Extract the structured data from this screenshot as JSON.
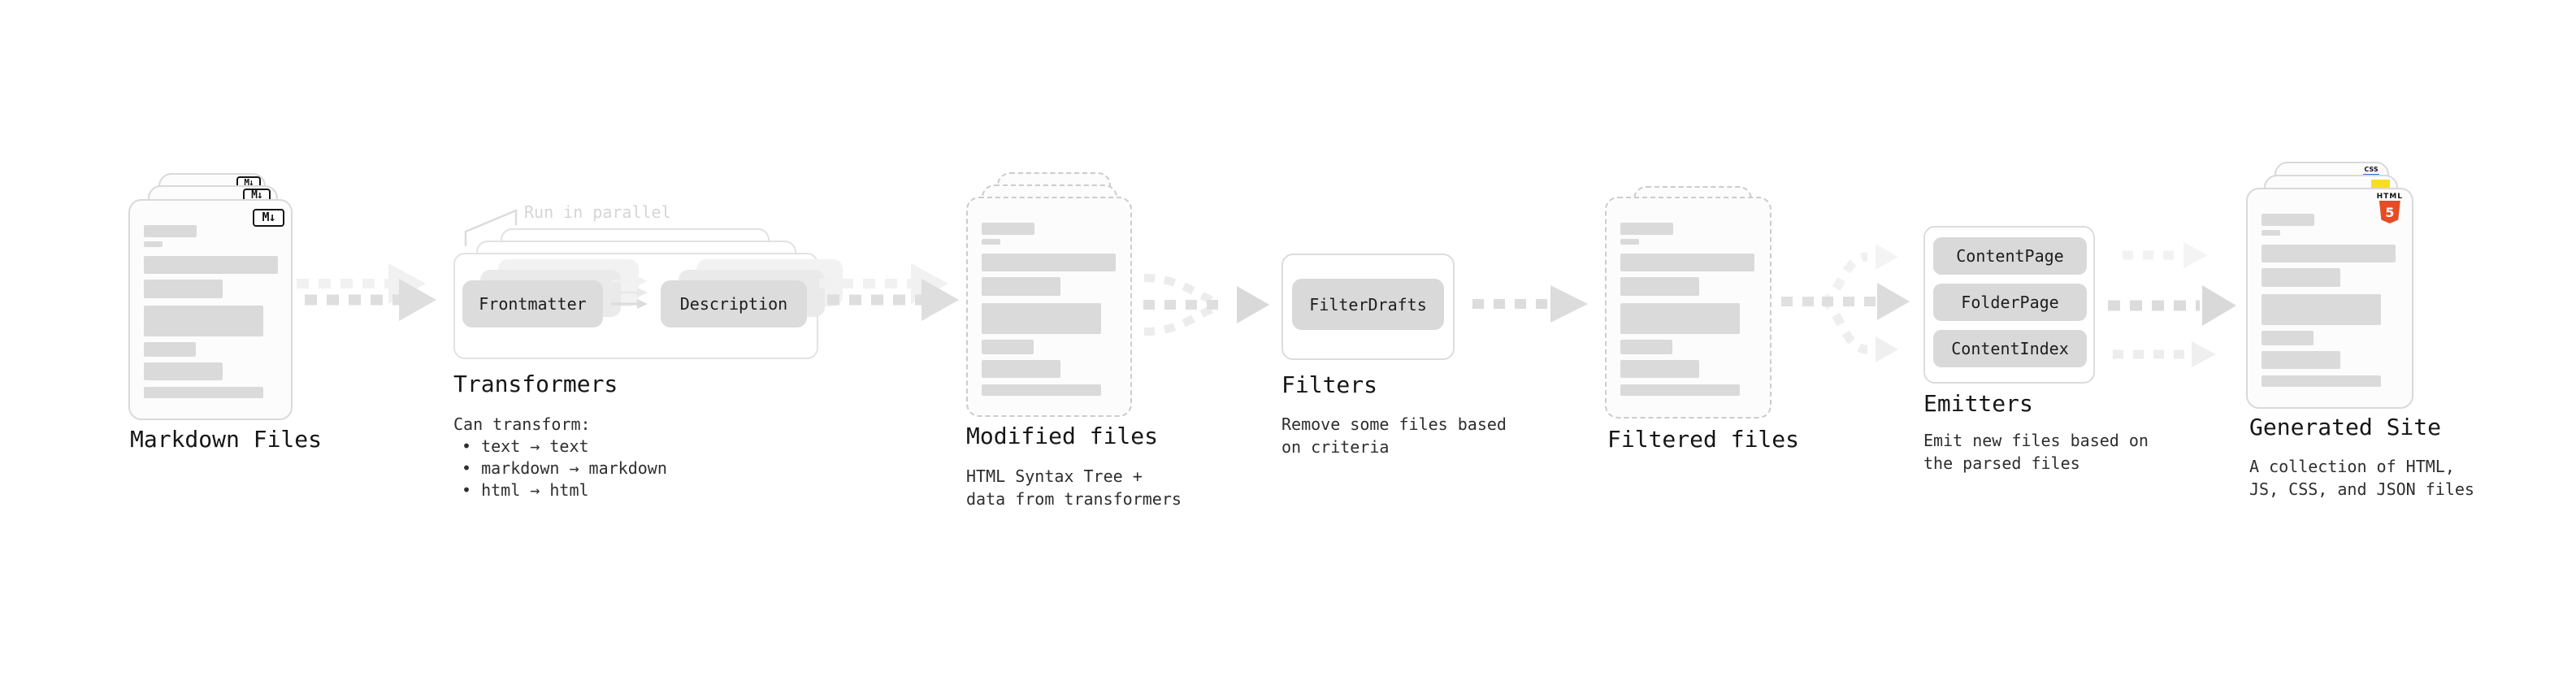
{
  "stages": {
    "markdown": {
      "title": "Markdown Files"
    },
    "transformers": {
      "title": "Transformers",
      "annotation": "Run in parallel",
      "node_left": "Frontmatter",
      "node_right": "Description",
      "desc_intro": "Can transform:",
      "bullets": [
        "• text → text",
        "• markdown → markdown",
        "• html → html"
      ]
    },
    "modified": {
      "title": "Modified files",
      "desc_line1": "HTML Syntax Tree +",
      "desc_line2": "data from transformers"
    },
    "filters": {
      "title": "Filters",
      "node": "FilterDrafts",
      "desc_line1": "Remove some files based",
      "desc_line2": "on criteria"
    },
    "filtered": {
      "title": "Filtered files"
    },
    "emitters": {
      "title": "Emitters",
      "nodes": [
        "ContentPage",
        "FolderPage",
        "ContentIndex"
      ],
      "desc_line1": "Emit new files based on",
      "desc_line2": "the parsed files"
    },
    "generated": {
      "title": "Generated Site",
      "desc_line1": "A collection of HTML,",
      "desc_line2": "JS, CSS, and JSON files"
    }
  },
  "icons": {
    "markdown_badge": "M↓",
    "html5_label": "HTML",
    "html5_numeral": "5",
    "css_label": "CSS"
  },
  "colors": {
    "html5_orange": "#e44d26",
    "js_yellow": "#f7df1e",
    "css_blue": "#2b6ae8",
    "ink": "#161616",
    "muted_ink": "#2e2e2e",
    "faint": "#d5d5d5"
  }
}
